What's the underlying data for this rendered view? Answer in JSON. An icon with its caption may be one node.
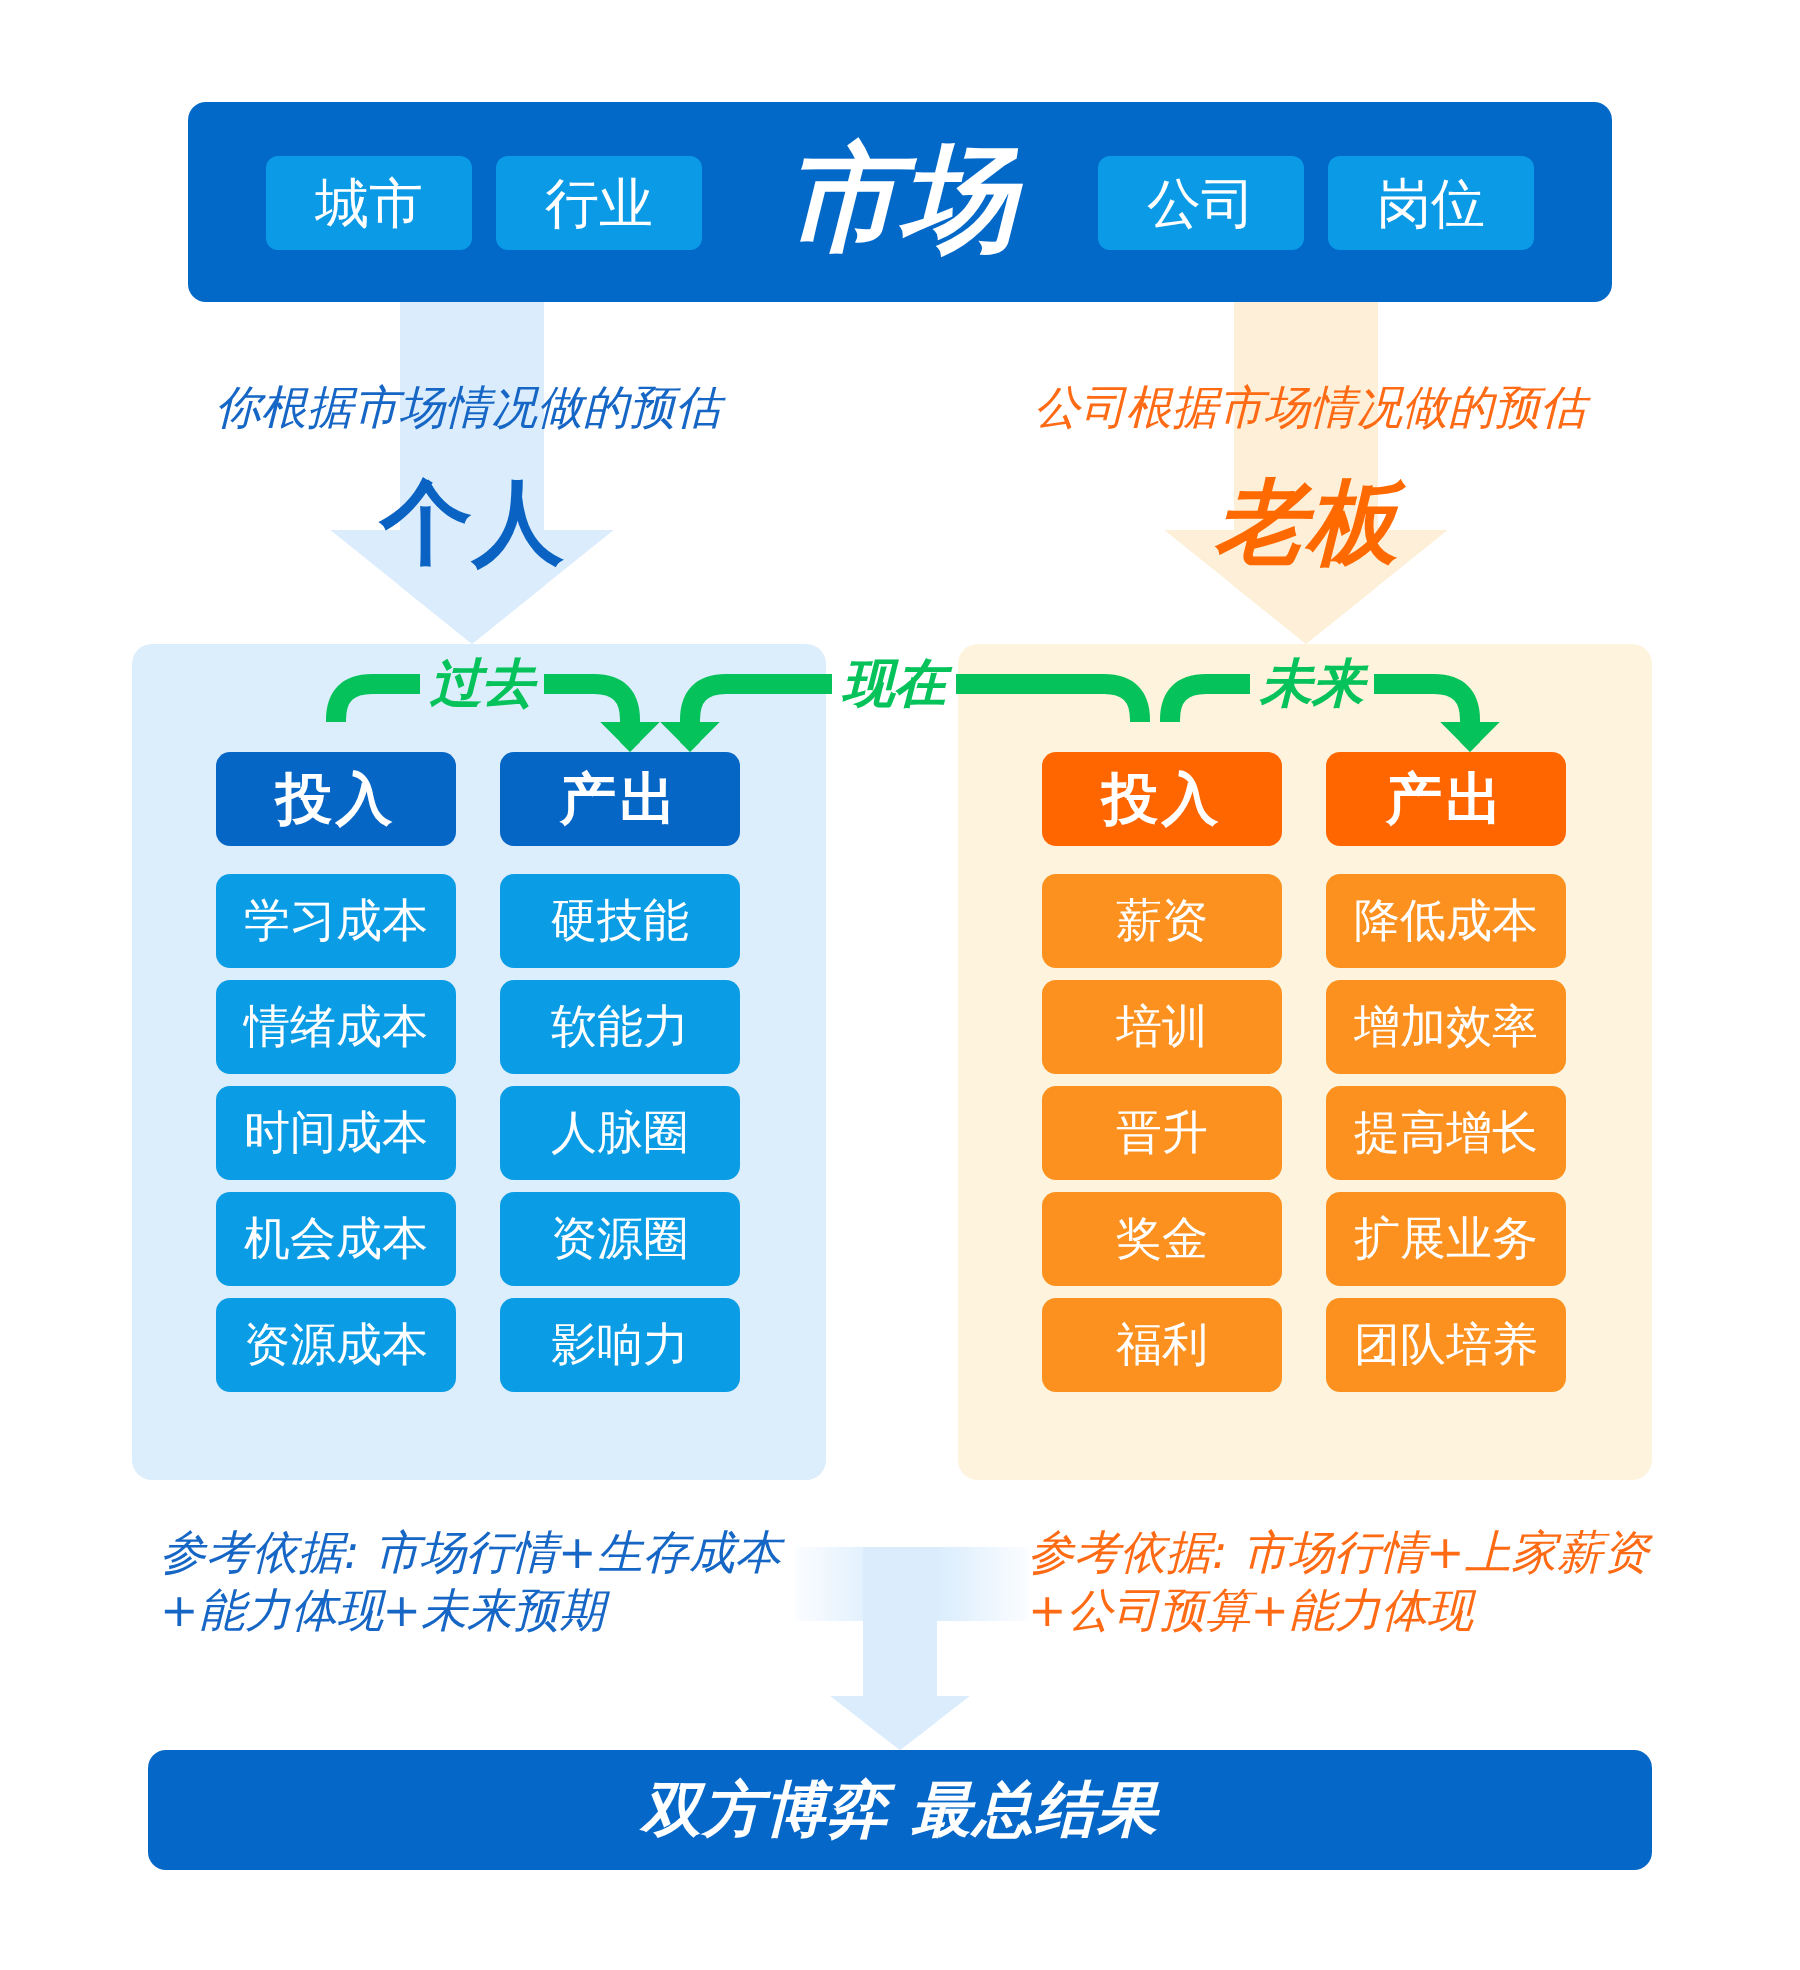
{
  "diagram": {
    "nodes": [
      {
        "text": [
          "市场"
        ]
      },
      {
        "text": [
          "城市"
        ],
        "in": 0
      },
      {
        "text": [
          "行业"
        ],
        "in": 0
      },
      {
        "text": [
          "公司"
        ],
        "in": 0
      },
      {
        "text": [
          "岗位"
        ],
        "in": 0
      },
      {
        "text": [
          "个人"
        ]
      },
      {
        "text": [
          "投入"
        ],
        "in": 5
      },
      {
        "text": [
          "产出"
        ],
        "in": 5
      },
      {
        "text": [
          "学习成本"
        ],
        "in": 5
      },
      {
        "text": [
          "硬技能"
        ],
        "in": 5
      },
      {
        "text": [
          "情绪成本"
        ],
        "in": 5
      },
      {
        "text": [
          "软能力"
        ],
        "in": 5
      },
      {
        "text": [
          "时间成本"
        ],
        "in": 5
      },
      {
        "text": [
          "人脉圈"
        ],
        "in": 5
      },
      {
        "text": [
          "机会成本"
        ],
        "in": 5
      },
      {
        "text": [
          "资源圈"
        ],
        "in": 5
      },
      {
        "text": [
          "资源成本"
        ],
        "in": 5
      },
      {
        "text": [
          "影响力"
        ],
        "in": 5
      },
      {
        "text": [
          "老板"
        ]
      },
      {
        "text": [
          "投入"
        ],
        "in": 18
      },
      {
        "text": [
          "产出"
        ],
        "in": 18
      },
      {
        "text": [
          "薪资"
        ],
        "in": 18
      },
      {
        "text": [
          "降低成本"
        ],
        "in": 18
      },
      {
        "text": [
          "培训"
        ],
        "in": 18
      },
      {
        "text": [
          "增加效率"
        ],
        "in": 18
      },
      {
        "text": [
          "晋升"
        ],
        "in": 18
      },
      {
        "text": [
          "提高增长"
        ],
        "in": 18
      },
      {
        "text": [
          "奖金"
        ],
        "in": 18
      },
      {
        "text": [
          "扩展业务"
        ],
        "in": 18
      },
      {
        "text": [
          "福利"
        ],
        "in": 18
      },
      {
        "text": [
          "团队培养"
        ],
        "in": 18
      },
      {
        "text": [
          "参考依据: 市场行情+生存成本+能力体现+未来预期"
        ]
      },
      {
        "text": [
          "参考依据: 市场行情+上家薪资+公司预算+能力体现"
        ]
      },
      {
        "text": [
          "双方博弈 最总结果"
        ]
      }
    ],
    "edges": [
      {
        "from": 0,
        "to": 5,
        "arrow": "to",
        "label": "你根据市场情况做的预估",
        "style": "thick",
        "color": "#dbedfd"
      },
      {
        "from": 0,
        "to": 18,
        "arrow": "to",
        "label": "公司根据市场情况做的预估",
        "style": "thick",
        "color": "#fef0d8"
      },
      {
        "from": 6,
        "to": 7,
        "arrow": "to",
        "label": "过去",
        "color": "#05c35a"
      },
      {
        "from": 19,
        "to": 7,
        "arrow": "to",
        "label": "现在",
        "color": "#05c35a"
      },
      {
        "from": 19,
        "to": 20,
        "arrow": "to",
        "label": "未来",
        "color": "#05c35a"
      },
      {
        "from": 31,
        "to": 33,
        "arrow": "to",
        "style": "thick",
        "color": "#dbedfd"
      },
      {
        "from": 32,
        "to": 33,
        "arrow": "to",
        "style": "thick",
        "color": "#dbedfd"
      }
    ]
  }
}
